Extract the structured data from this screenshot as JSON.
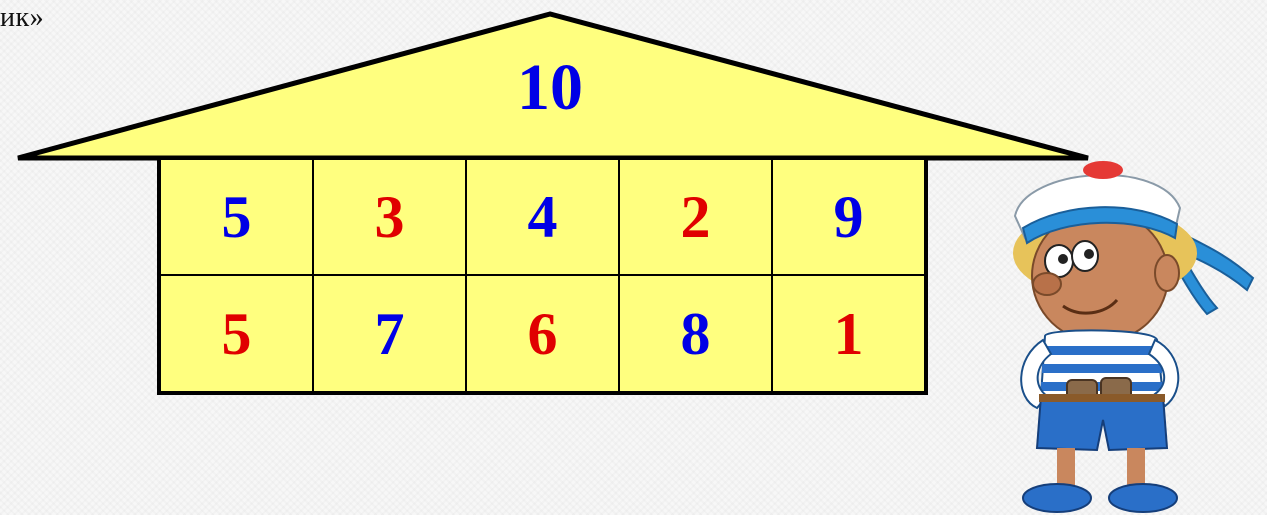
{
  "title_fragment": "ик»",
  "colors": {
    "blue": "#0000e6",
    "red": "#e00000",
    "house_fill": "#ffff7f",
    "outline": "#000000"
  },
  "roof": {
    "number": "10",
    "color": "blue"
  },
  "grid": {
    "rows": [
      [
        {
          "value": "5",
          "color": "blue"
        },
        {
          "value": "3",
          "color": "red"
        },
        {
          "value": "4",
          "color": "blue"
        },
        {
          "value": "2",
          "color": "red"
        },
        {
          "value": "9",
          "color": "blue"
        }
      ],
      [
        {
          "value": "5",
          "color": "red"
        },
        {
          "value": "7",
          "color": "blue"
        },
        {
          "value": "6",
          "color": "red"
        },
        {
          "value": "8",
          "color": "blue"
        },
        {
          "value": "1",
          "color": "red"
        }
      ]
    ]
  },
  "illustration": {
    "icon": "sailor-boy-icon"
  }
}
